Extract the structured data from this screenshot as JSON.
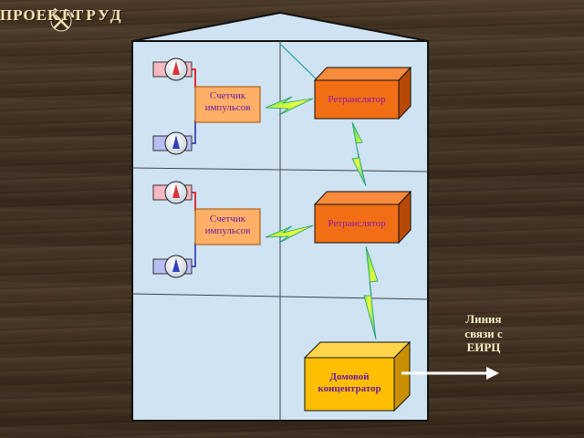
{
  "logo": {
    "left_text": "ПРОЕКТ",
    "right_text": "ТРУД",
    "emblem": "hammer-and-pick-icon"
  },
  "counters": [
    {
      "label": "Счетчик импульсов",
      "meters": [
        "hot-water-meter-icon",
        "cold-water-meter-icon"
      ]
    },
    {
      "label": "Счетчик импульсов",
      "meters": [
        "hot-water-meter-icon",
        "cold-water-meter-icon"
      ]
    }
  ],
  "repeaters": [
    {
      "label": "Ретранслятор"
    },
    {
      "label": "Ретранслятор"
    }
  ],
  "concentrator": {
    "label": "Домовой концентратор"
  },
  "external_link": {
    "label": "Линия связи с ЕИРЦ",
    "arrow": "arrow-right-icon"
  },
  "colors": {
    "building_fill": "#cfe3f3",
    "repeater_orange": "#f26e14",
    "concentrator_yellow": "#ffbf00",
    "counter_orange": "#ffb066",
    "hot_pipe": "#e0303a",
    "cold_pipe": "#4a52c8",
    "radio_link": "#22d46a",
    "link_text": "#f6f0c8"
  }
}
